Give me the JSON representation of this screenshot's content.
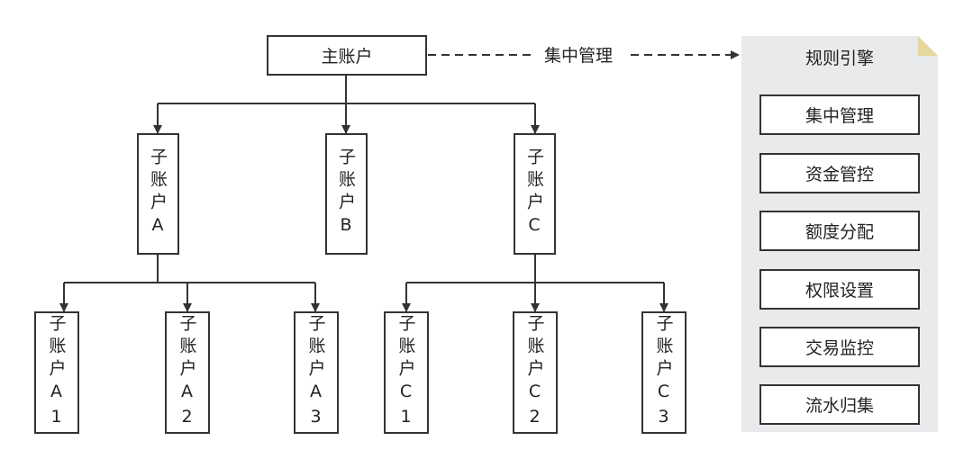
{
  "main_account": "主账户",
  "edge_label": "集中管理",
  "sub_accounts": {
    "a": "子账户A",
    "b": "子账户B",
    "c": "子账户C",
    "a1": "子账户A1",
    "a2": "子账户A2",
    "a3": "子账户A3",
    "c1": "子账户C1",
    "c2": "子账户C2",
    "c3": "子账户C3"
  },
  "rules_engine": {
    "title": "规则引擎",
    "items": [
      "集中管理",
      "资金管控",
      "额度分配",
      "权限设置",
      "交易监控",
      "流水归集"
    ]
  },
  "colors": {
    "stroke": "#333333",
    "panel": "#e8eaec",
    "fold": "#e6d79b"
  }
}
